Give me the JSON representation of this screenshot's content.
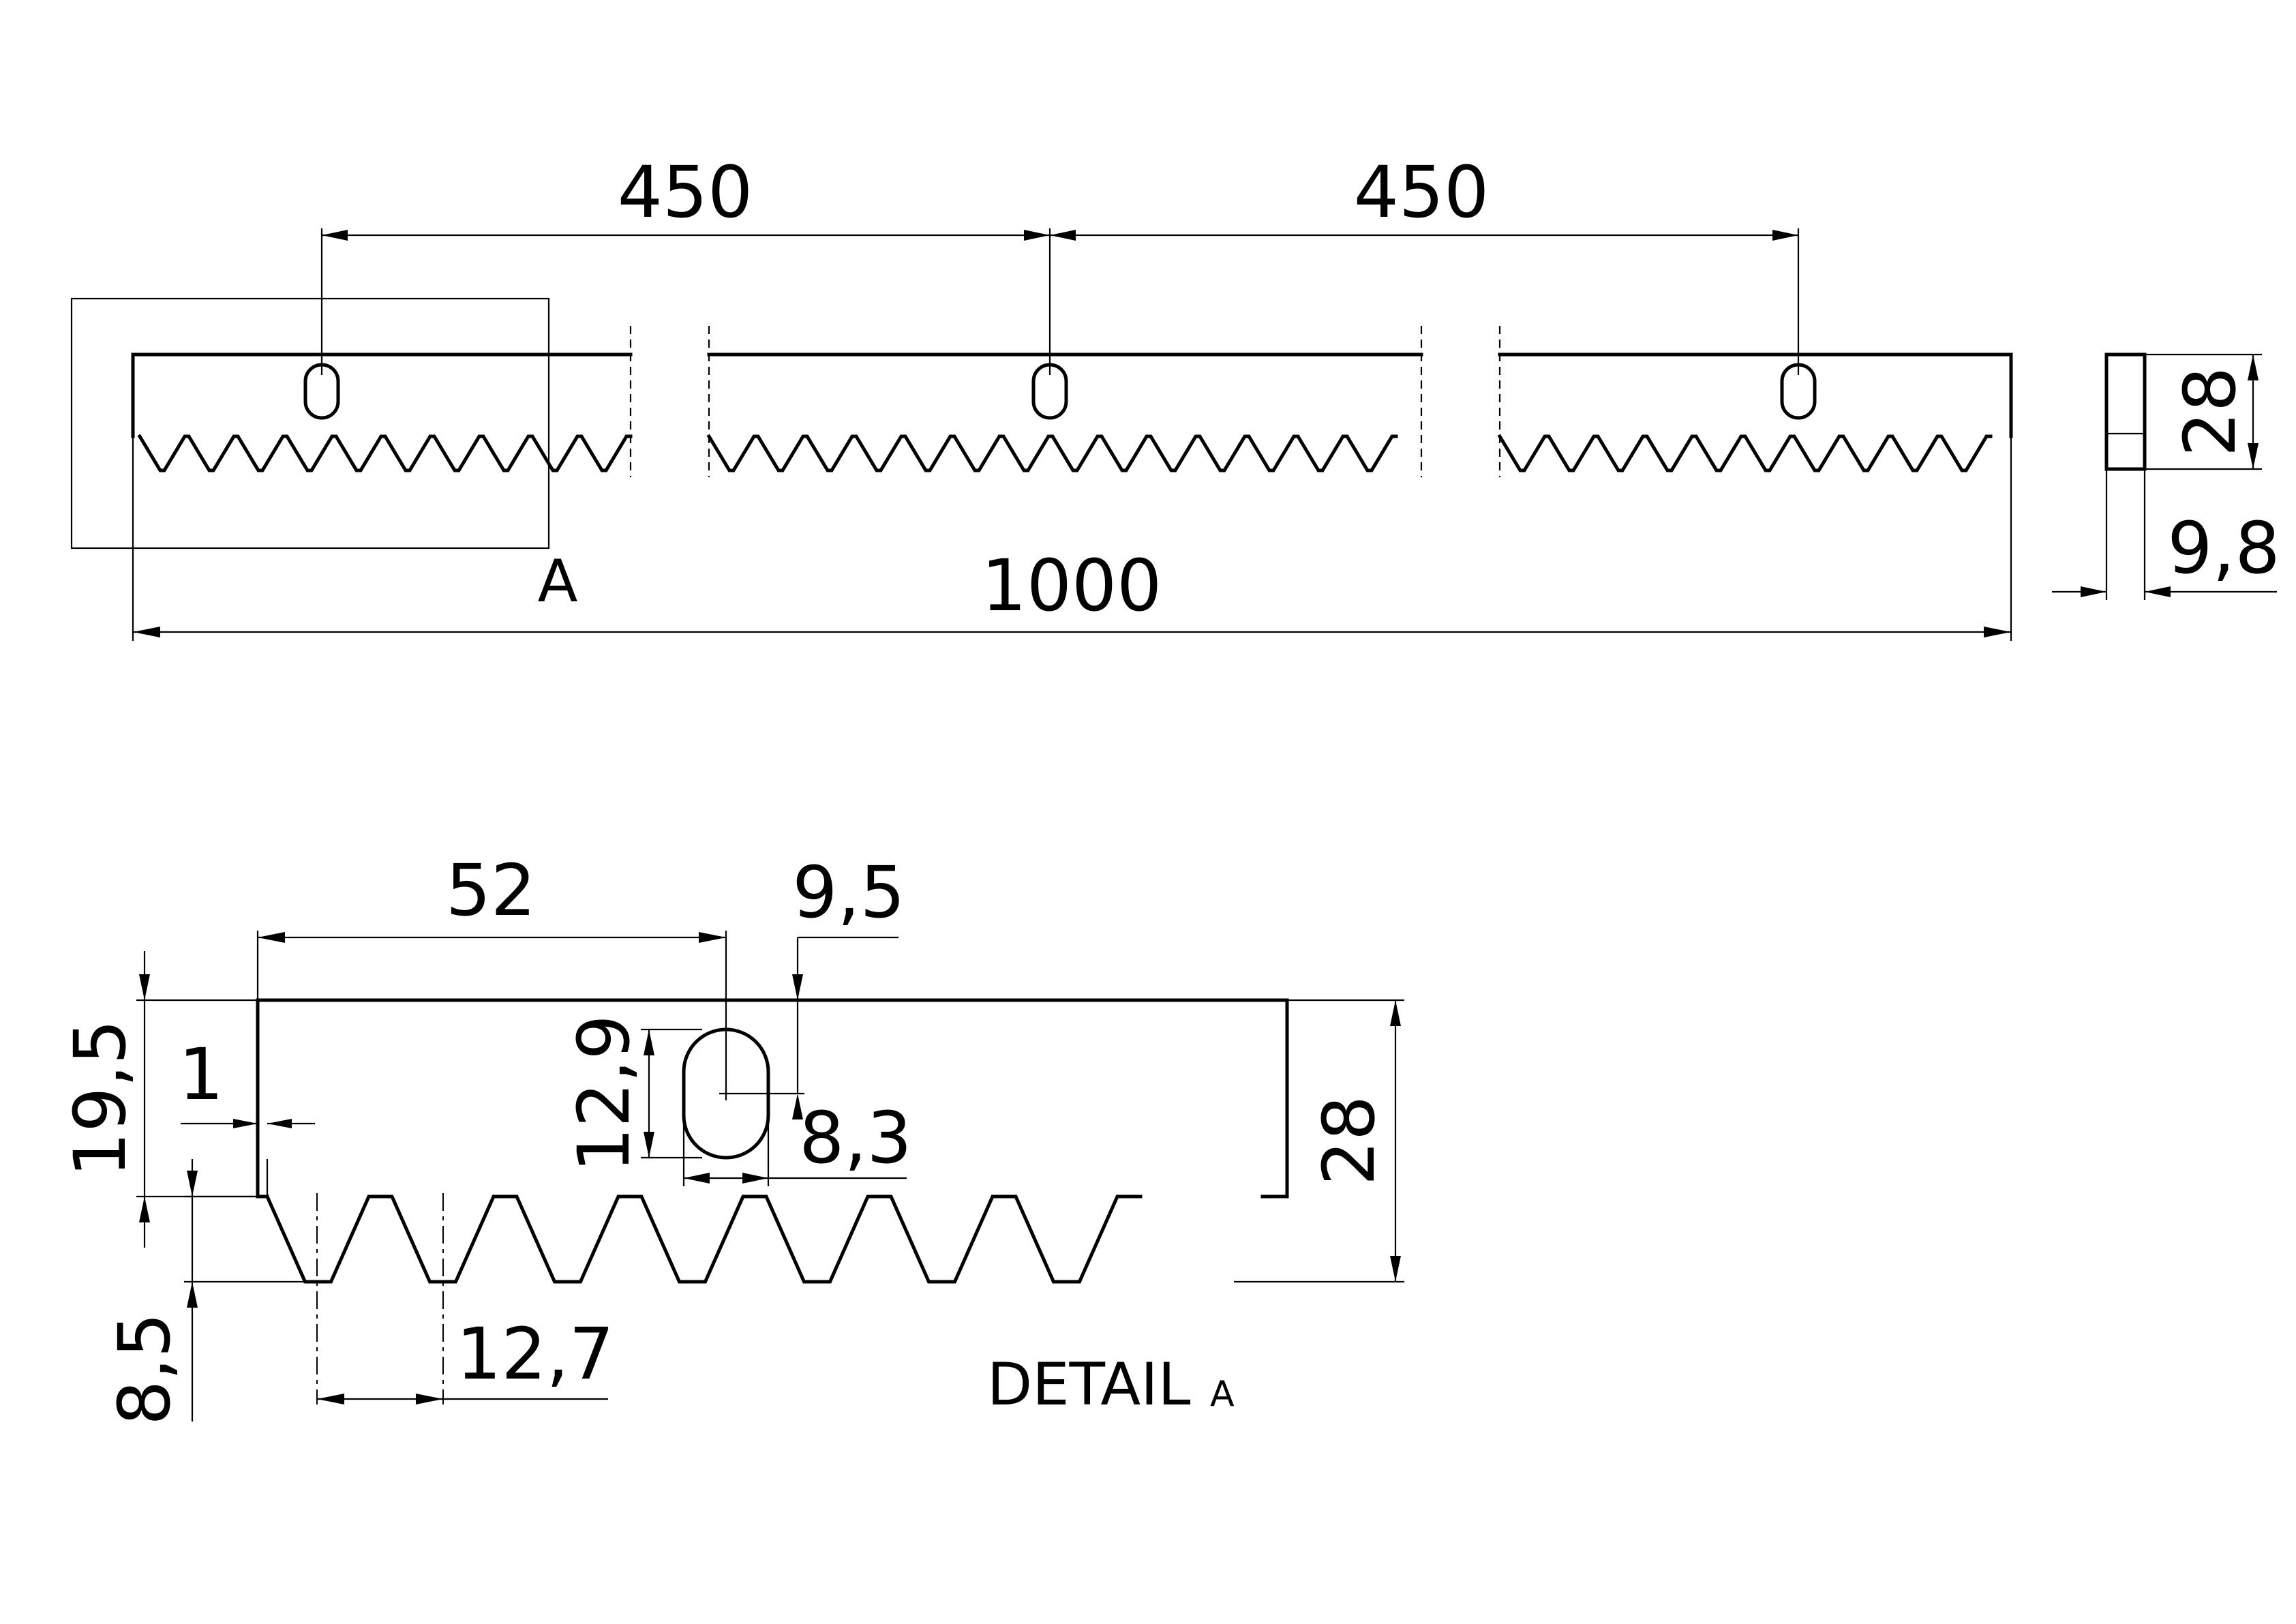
{
  "dimensions": {
    "top_spacing_left": "450",
    "top_spacing_right": "450",
    "overall_length": "1000",
    "height": "28",
    "thickness": "9,8",
    "detail_offset": "52",
    "hole_to_top": "9,5",
    "tooth_base_height": "19,5",
    "edge_step": "1",
    "hole_length": "12,9",
    "hole_width": "8,3",
    "detail_height": "28",
    "tooth_depth": "8,5",
    "tooth_pitch": "12,7"
  },
  "labels": {
    "detail_marker": "A",
    "detail_title": "DETAIL",
    "detail_title_suffix": "A"
  },
  "colors": {
    "line": "#000000",
    "background": "#ffffff"
  }
}
